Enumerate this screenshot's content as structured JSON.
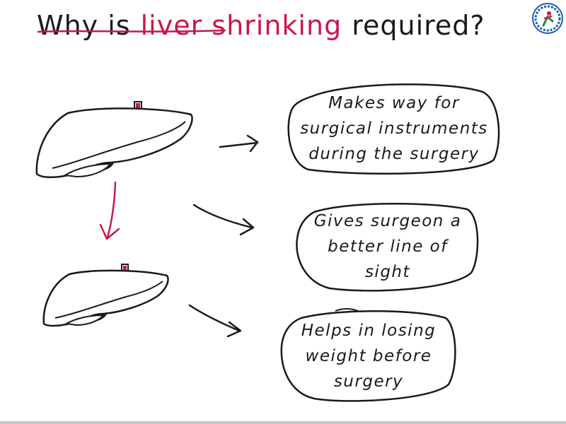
{
  "title": {
    "prefix": "Why is",
    "highlight": "liver shrinking",
    "suffix": "required?"
  },
  "colors": {
    "ink": "#1a1a1a",
    "accent": "#c8184a",
    "logo_ring": "#1b5fae"
  },
  "logo": {
    "icon": "clinic-logo-icon"
  },
  "diagram": {
    "top_liver_icon": "liver-icon",
    "bottom_liver_icon": "shrunk-liver-icon",
    "reasons": [
      {
        "lines": [
          "Makes way for",
          "surgical instruments",
          "during the surgery"
        ]
      },
      {
        "lines": [
          "Gives surgeon a",
          "better line of",
          "sight"
        ]
      },
      {
        "lines": [
          "Helps in losing",
          "weight before",
          "surgery"
        ]
      }
    ]
  }
}
